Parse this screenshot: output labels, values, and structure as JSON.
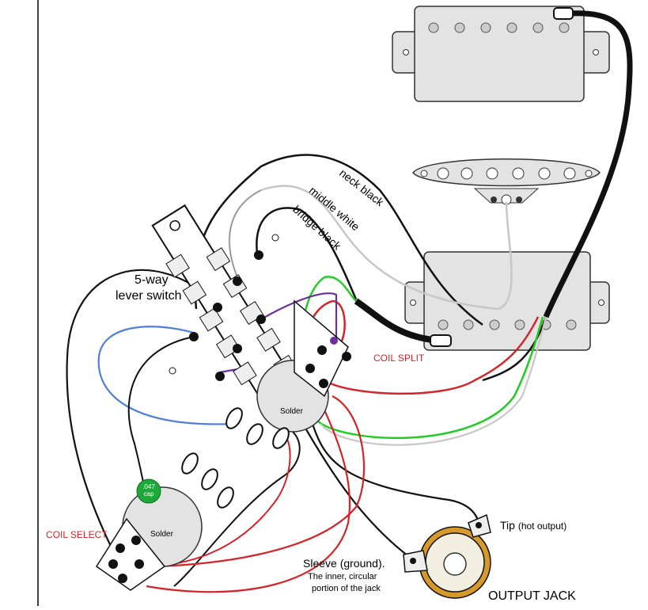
{
  "labels": {
    "neck_black": "neck black",
    "middle_white": "middle white",
    "bridge_black": "bridge black",
    "switch_line1": "5-way",
    "switch_line2": "lever switch",
    "coil_split": "COIL SPLIT",
    "coil_select": "COIL SELECT",
    "solder_1": "Solder",
    "solder_2": "Solder",
    "cap_line1": ".047",
    "cap_line2": "cap",
    "tip": "Tip",
    "tip_note": "(hot output)",
    "sleeve": "Sleeve (ground).",
    "sleeve_note_1": "The inner, circular",
    "sleeve_note_2": "portion of the jack",
    "output_jack": "OUTPUT JACK"
  },
  "colors": {
    "wire_black": "#111111",
    "wire_white": "#bdbdbd",
    "wire_red": "#d4242a",
    "wire_green": "#22cc22",
    "wire_blue": "#4f7fd8",
    "wire_purple": "#6b2f9a",
    "pickup_body": "#e3e3e3",
    "cap_green": "#1fa83a",
    "jack_gold": "#d79a2a"
  }
}
